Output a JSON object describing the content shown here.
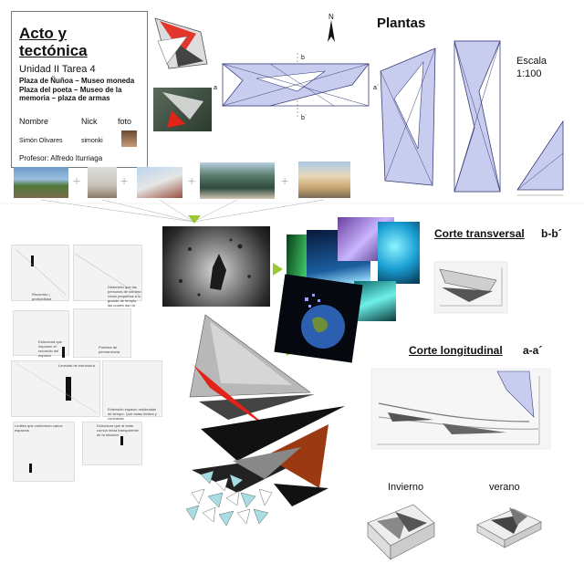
{
  "info": {
    "title_line1": "Acto y",
    "title_line2": "tectónica",
    "unit": "Unidad II Tarea 4",
    "places": "Plaza de Ñuñoa – Museo moneda Plaza del poeta – Museo de la memoria – plaza de armas",
    "col_name": "Nombre",
    "col_nick": "Nick",
    "col_photo": "foto",
    "student_name": "Simón Olivares",
    "student_nick": "simonki",
    "professor": "Profesor: Alfredo Iturriaga"
  },
  "plantas": {
    "title": "Plantas",
    "north": "N",
    "scale_label": "Escala",
    "scale_value": "1:100",
    "mark_b": "b",
    "mark_b2": "b´",
    "mark_a": "a",
    "mark_a2": "a´"
  },
  "sections": {
    "transversal_title": "Corte transversal",
    "transversal_ref": "b-b´",
    "longitudinal_title": "Corte longitudinal",
    "longitudinal_ref": "a-a´",
    "winter_label": "Invierno",
    "summer_label": "verano"
  },
  "sketch_captions": [
    "Recorrido | profundidad",
    "Distorsión que las personas de sombra crean pequeñas a lo grande de templo, las cuales dan la escala",
    "Estructura que imponen el recorrido del espacio",
    "Puentes de permanencia",
    "Levedad de estructura",
    "Extensión espacio moldeadas de tiempo. Que estas límites y contrarias",
    "Límites que conforman varios espacios",
    "Estructura que al estar común inicia transparente de la relación"
  ],
  "colors": {
    "plan_fill": "#c8cdf0",
    "plan_stroke": "#3a3f7a",
    "accent_green": "#9ac832",
    "red": "#e2231a",
    "brown": "#9b3a12",
    "cyan_fragment": "#a8dde4"
  }
}
